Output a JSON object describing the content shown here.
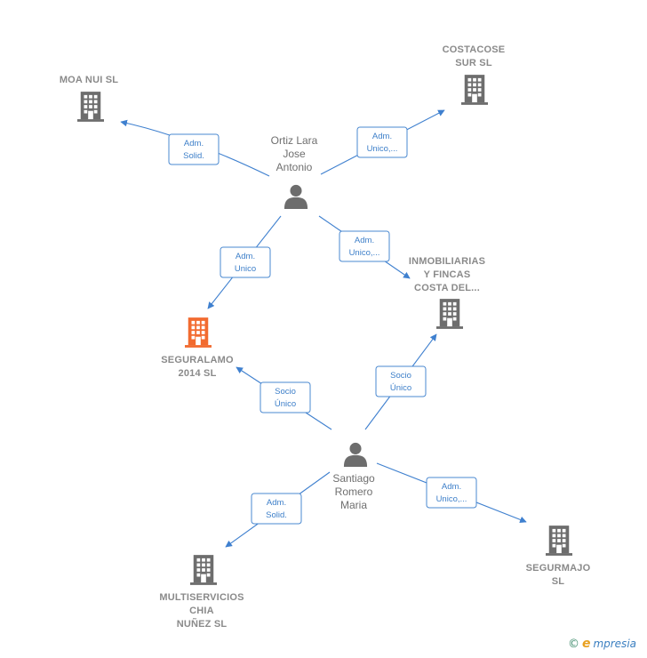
{
  "colors": {
    "building": "#6d6d6d",
    "building_focus": "#f26b30",
    "person": "#6d6d6d",
    "edge": "#3f80cf"
  },
  "companies": [
    {
      "id": "moa",
      "lines": [
        "MOA NUI  SL"
      ],
      "icon": "building-icon"
    },
    {
      "id": "costacose",
      "lines": [
        "COSTACOSE",
        "SUR  SL"
      ],
      "icon": "building-icon"
    },
    {
      "id": "inmobiliarias",
      "lines": [
        "INMOBILIARIAS",
        "Y FINCAS",
        "COSTA DEL..."
      ],
      "icon": "building-icon"
    },
    {
      "id": "seguralamo",
      "lines": [
        "SEGURALAMO",
        "2014  SL"
      ],
      "icon": "building-icon",
      "focus": true
    },
    {
      "id": "multiservicios",
      "lines": [
        "MULTISERVICIOS",
        "CHIA",
        "NUÑEZ  SL"
      ],
      "icon": "building-icon"
    },
    {
      "id": "segurmajo",
      "lines": [
        "SEGURMAJO",
        "SL"
      ],
      "icon": "building-icon"
    }
  ],
  "people": [
    {
      "id": "ortiz",
      "lines": [
        "Ortiz Lara",
        "Jose",
        "Antonio"
      ],
      "icon": "person-icon"
    },
    {
      "id": "santiago",
      "lines": [
        "Santiago",
        "Romero",
        "Maria"
      ],
      "icon": "person-icon"
    }
  ],
  "edges": [
    {
      "from": "ortiz",
      "to": "moa",
      "lines": [
        "Adm.",
        "Solid."
      ]
    },
    {
      "from": "ortiz",
      "to": "costacose",
      "lines": [
        "Adm.",
        "Unico,..."
      ]
    },
    {
      "from": "ortiz",
      "to": "seguralamo",
      "lines": [
        "Adm.",
        "Unico"
      ]
    },
    {
      "from": "ortiz",
      "to": "inmobiliarias",
      "lines": [
        "Adm.",
        "Unico,..."
      ]
    },
    {
      "from": "santiago",
      "to": "seguralamo",
      "lines": [
        "Socio",
        "Único"
      ]
    },
    {
      "from": "santiago",
      "to": "inmobiliarias",
      "lines": [
        "Socio",
        "Único"
      ]
    },
    {
      "from": "santiago",
      "to": "multiservicios",
      "lines": [
        "Adm.",
        "Solid."
      ]
    },
    {
      "from": "santiago",
      "to": "segurmajo",
      "lines": [
        "Adm.",
        "Unico,..."
      ]
    }
  ],
  "footer": {
    "copyright": "©",
    "brand_initial": "e",
    "brand_rest": "mpresia"
  }
}
